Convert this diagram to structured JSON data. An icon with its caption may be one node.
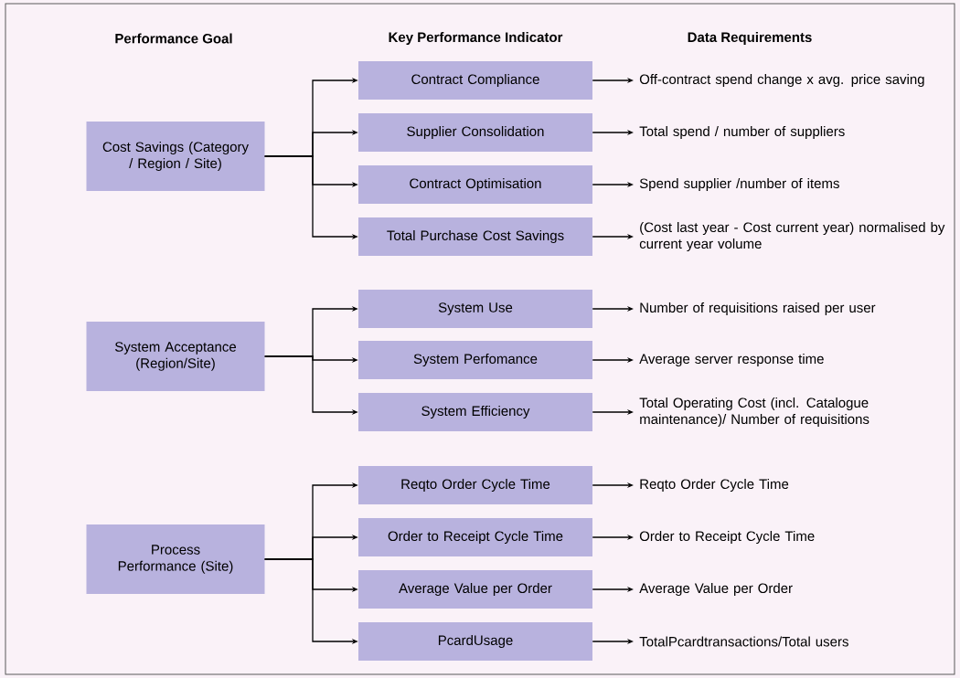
{
  "diagram": {
    "nodes": [
      {
        "text": [
          "Cost Savings (Category / Region / Site)"
        ]
      },
      {
        "text": [
          "Contract Compliance"
        ]
      },
      {
        "text": [
          "Off-contract spend change x avg. price saving"
        ]
      },
      {
        "text": [
          "Supplier Consolidation"
        ]
      },
      {
        "text": [
          "Total spend / number of suppliers"
        ]
      },
      {
        "text": [
          "Contract Optimisation"
        ]
      },
      {
        "text": [
          "Spend supplier /number of items"
        ]
      },
      {
        "text": [
          "Total Purchase Cost Savings"
        ]
      },
      {
        "text": [
          "(Cost last year - Cost current year) normalised by current year volume"
        ]
      },
      {
        "text": [
          "System Acceptance (Region/Site)"
        ]
      },
      {
        "text": [
          "System Use"
        ]
      },
      {
        "text": [
          "Number of requisitions raised per user"
        ]
      },
      {
        "text": [
          "System Perfomance"
        ]
      },
      {
        "text": [
          "Average server response time"
        ]
      },
      {
        "text": [
          "System Efficiency"
        ]
      },
      {
        "text": [
          "Total Operating Cost (incl. Catalogue maintenance)/ Number of requisitions"
        ]
      },
      {
        "text": [
          "Process Performance (Site)"
        ]
      },
      {
        "text": [
          "Reqto Order Cycle Time"
        ]
      },
      {
        "text": [
          "Reqto Order Cycle Time"
        ]
      },
      {
        "text": [
          "Order to Receipt Cycle Time"
        ]
      },
      {
        "text": [
          "Order to Receipt Cycle Time"
        ]
      },
      {
        "text": [
          "Average Value per Order"
        ]
      },
      {
        "text": [
          "Average Value per Order"
        ]
      },
      {
        "text": [
          "PcardUsage"
        ]
      },
      {
        "text": [
          "TotalPcardtransactions/Total users"
        ]
      }
    ],
    "edges": [
      {
        "from": 0,
        "to": 1,
        "arrow": "to"
      },
      {
        "from": 0,
        "to": 3,
        "arrow": "to"
      },
      {
        "from": 0,
        "to": 5,
        "arrow": "to"
      },
      {
        "from": 0,
        "to": 7,
        "arrow": "to"
      },
      {
        "from": 1,
        "to": 2,
        "arrow": "to"
      },
      {
        "from": 3,
        "to": 4,
        "arrow": "to"
      },
      {
        "from": 5,
        "to": 6,
        "arrow": "to"
      },
      {
        "from": 7,
        "to": 8,
        "arrow": "to"
      },
      {
        "from": 9,
        "to": 10,
        "arrow": "to"
      },
      {
        "from": 9,
        "to": 12,
        "arrow": "to"
      },
      {
        "from": 9,
        "to": 14,
        "arrow": "to"
      },
      {
        "from": 10,
        "to": 11,
        "arrow": "to"
      },
      {
        "from": 12,
        "to": 13,
        "arrow": "to"
      },
      {
        "from": 14,
        "to": 15,
        "arrow": "to"
      },
      {
        "from": 16,
        "to": 17,
        "arrow": "to"
      },
      {
        "from": 16,
        "to": 19,
        "arrow": "to"
      },
      {
        "from": 16,
        "to": 21,
        "arrow": "to"
      },
      {
        "from": 16,
        "to": 23,
        "arrow": "to"
      },
      {
        "from": 17,
        "to": 18,
        "arrow": "to"
      },
      {
        "from": 19,
        "to": 20,
        "arrow": "to"
      },
      {
        "from": 21,
        "to": 22,
        "arrow": "to"
      },
      {
        "from": 23,
        "to": 24,
        "arrow": "to"
      }
    ],
    "labels": [
      "Performance Goal",
      "Key Performance Indicator",
      "Data Requirements"
    ]
  }
}
